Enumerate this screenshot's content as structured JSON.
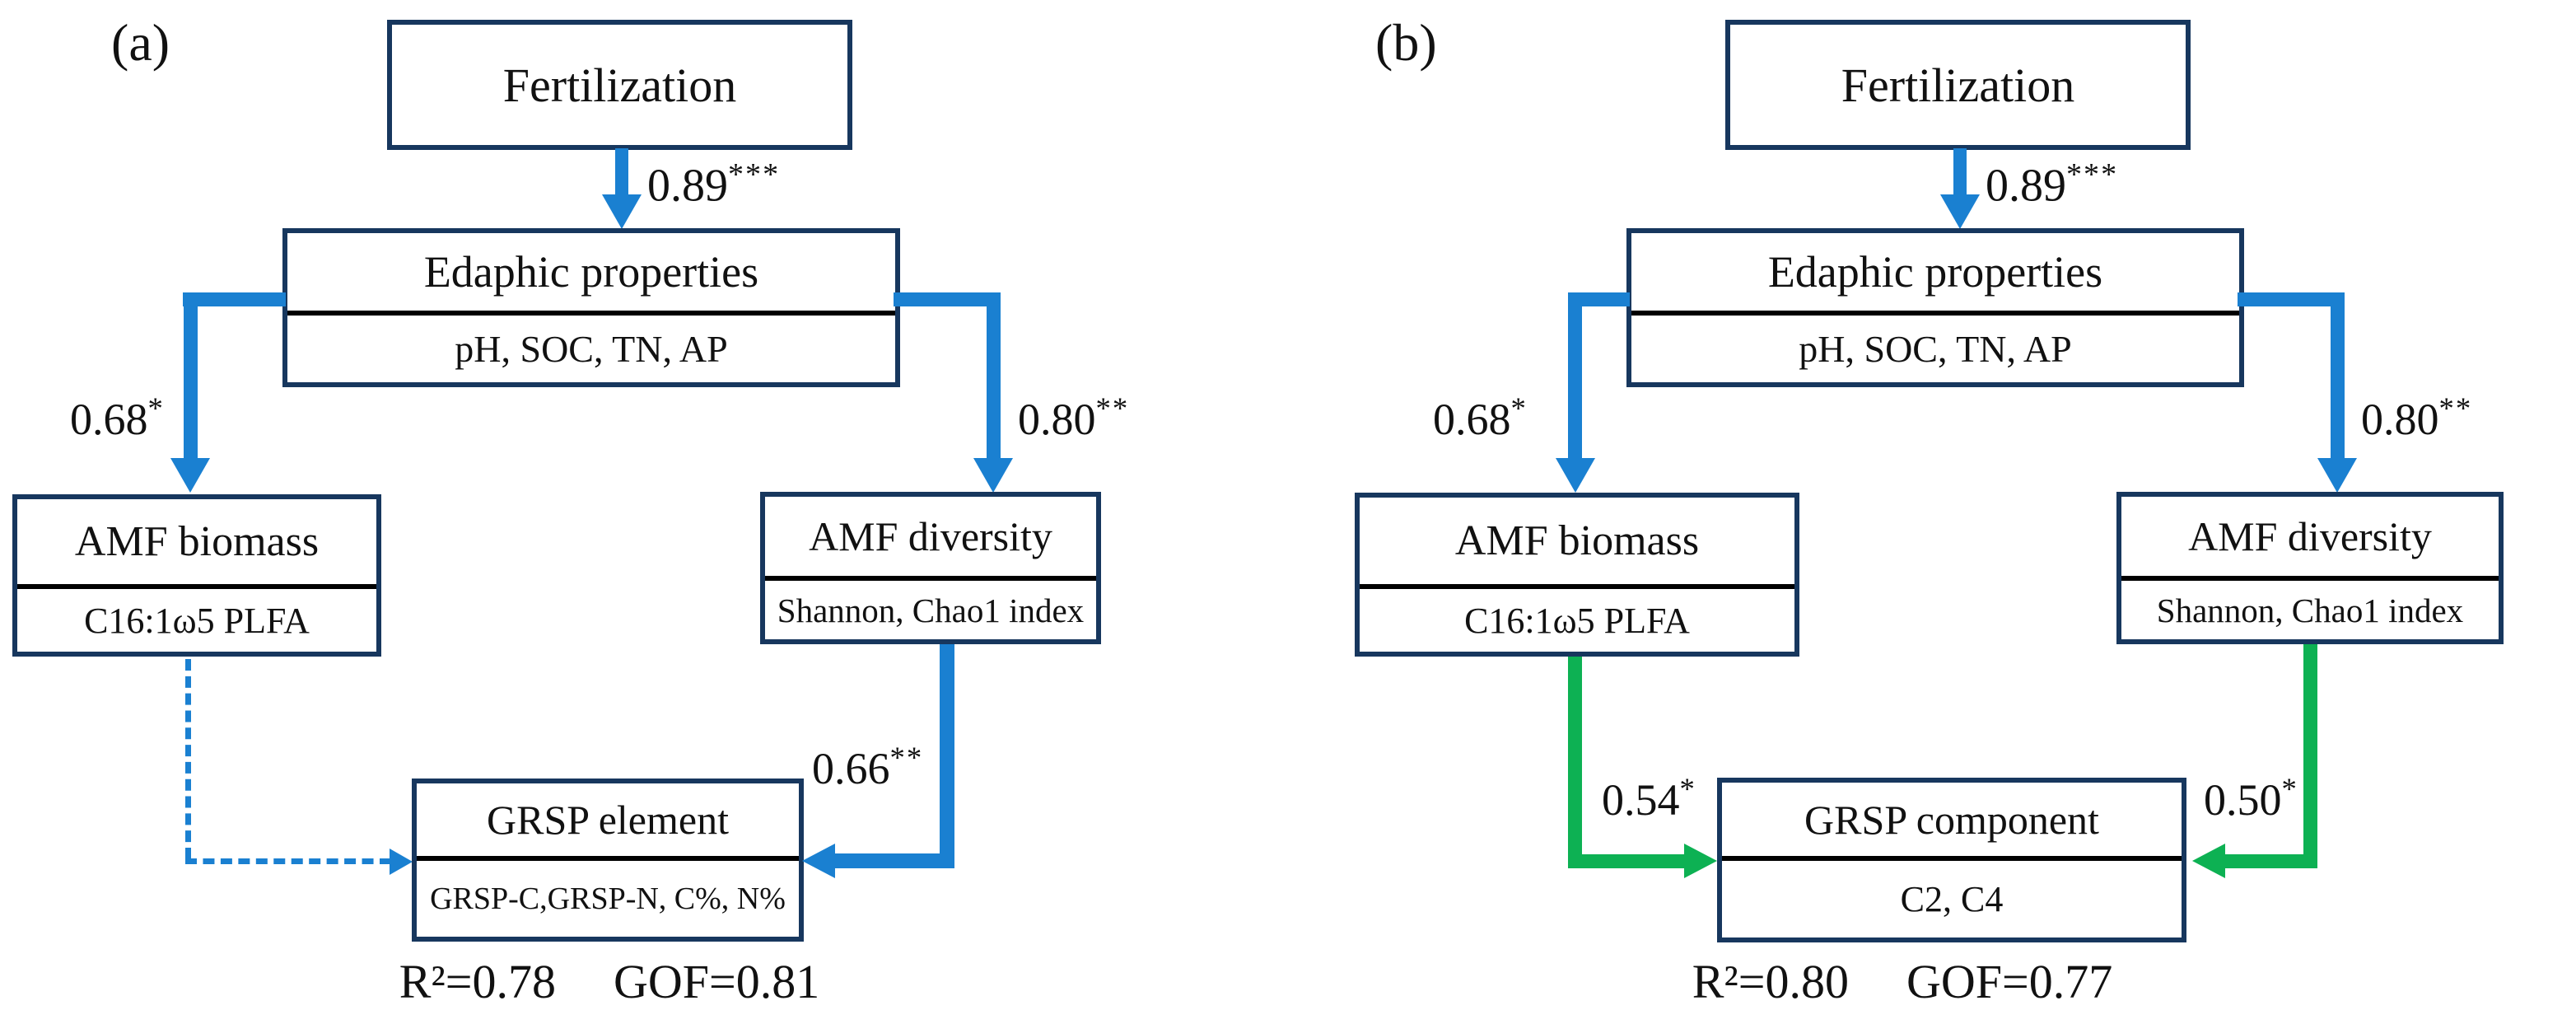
{
  "colors": {
    "border": "#17375e",
    "blue": "#1a80d1",
    "green": "#0db153",
    "text": "#111111"
  },
  "panels": [
    {
      "label": "(a)",
      "nodes": {
        "fertilization": {
          "title": "Fertilization"
        },
        "edaphic": {
          "title": "Edaphic properties",
          "subtitle": "pH, SOC, TN, AP"
        },
        "amf_biomass": {
          "title": "AMF biomass",
          "subtitle": "C16:1ω5 PLFA"
        },
        "amf_diversity": {
          "title": "AMF diversity",
          "subtitle": "Shannon, Chao1 index"
        },
        "grsp": {
          "title": "GRSP element",
          "subtitle": "GRSP-C,GRSP-N, C%, N%"
        }
      },
      "paths": {
        "fert_to_edaphic": {
          "value": "0.89",
          "stars": "***",
          "style": "solid-blue"
        },
        "edaphic_to_biomass": {
          "value": "0.68",
          "stars": "*",
          "style": "solid-blue"
        },
        "edaphic_to_diversity": {
          "value": "0.80",
          "stars": "**",
          "style": "solid-blue"
        },
        "biomass_to_grsp": {
          "value": "",
          "stars": "",
          "style": "dashed-blue"
        },
        "diversity_to_grsp": {
          "value": "0.66",
          "stars": "**",
          "style": "solid-blue"
        }
      },
      "stats": {
        "r2": "R²=0.78",
        "gof": "GOF=0.81"
      }
    },
    {
      "label": "(b)",
      "nodes": {
        "fertilization": {
          "title": "Fertilization"
        },
        "edaphic": {
          "title": "Edaphic properties",
          "subtitle": "pH, SOC, TN, AP"
        },
        "amf_biomass": {
          "title": "AMF biomass",
          "subtitle": "C16:1ω5 PLFA"
        },
        "amf_diversity": {
          "title": "AMF diversity",
          "subtitle": "Shannon, Chao1 index"
        },
        "grsp": {
          "title": "GRSP component",
          "subtitle": "C2, C4"
        }
      },
      "paths": {
        "fert_to_edaphic": {
          "value": "0.89",
          "stars": "***",
          "style": "solid-blue"
        },
        "edaphic_to_biomass": {
          "value": "0.68",
          "stars": "*",
          "style": "solid-blue"
        },
        "edaphic_to_diversity": {
          "value": "0.80",
          "stars": "**",
          "style": "solid-blue"
        },
        "biomass_to_grsp": {
          "value": "0.54",
          "stars": "*",
          "style": "solid-green"
        },
        "diversity_to_grsp": {
          "value": "0.50",
          "stars": "*",
          "style": "solid-green"
        }
      },
      "stats": {
        "r2": "R²=0.80",
        "gof": "GOF=0.77"
      }
    }
  ]
}
